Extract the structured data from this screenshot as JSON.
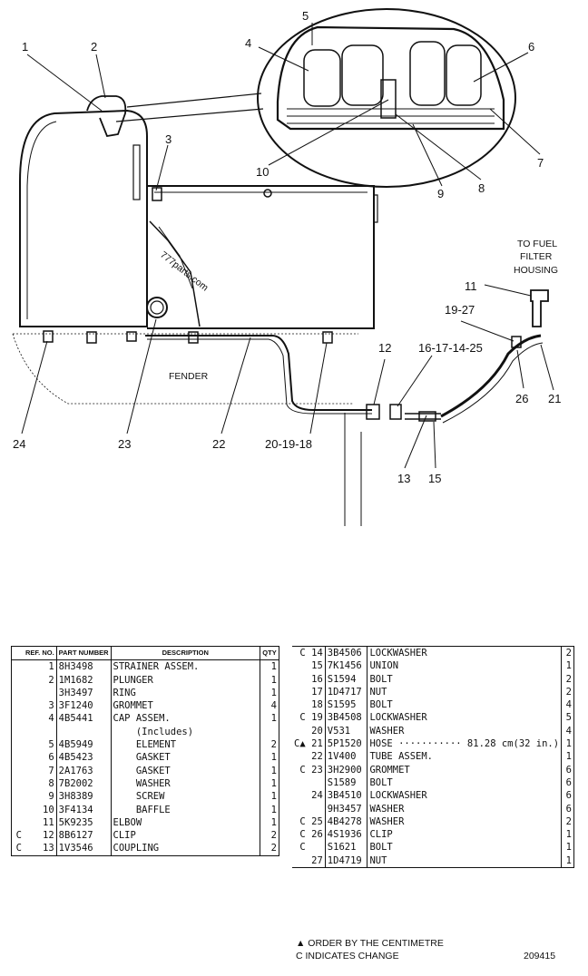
{
  "diagram": {
    "callouts": [
      "1",
      "2",
      "3",
      "4",
      "5",
      "6",
      "7",
      "8",
      "9",
      "10",
      "11",
      "12",
      "13",
      "15",
      "16-17-14-25",
      "19-27",
      "20-19-18",
      "21",
      "22",
      "23",
      "24",
      "26"
    ],
    "labels": {
      "fender": "FENDER",
      "to_fuel_1": "TO FUEL",
      "to_fuel_2": "FILTER",
      "to_fuel_3": "HOUSING",
      "watermark": "777parts.com"
    }
  },
  "table_headers": {
    "ref_no": "REF. NO.",
    "part_number": "PART NUMBER",
    "description": "DESCRIPTION",
    "qty": "QTY"
  },
  "parts_left": [
    {
      "mark": "",
      "ref": "1",
      "part": "8H3498",
      "desc": "STRAINER ASSEM.",
      "qty": "1"
    },
    {
      "mark": "",
      "ref": "2",
      "part": "1M1682",
      "desc": "PLUNGER",
      "qty": "1"
    },
    {
      "mark": "",
      "ref": "",
      "part": "3H3497",
      "desc": "RING",
      "qty": "1"
    },
    {
      "mark": "",
      "ref": "3",
      "part": "3F1240",
      "desc": "GROMMET",
      "qty": "4"
    },
    {
      "mark": "",
      "ref": "4",
      "part": "4B5441",
      "desc": "CAP ASSEM.",
      "qty": "1"
    },
    {
      "mark": "",
      "ref": "",
      "part": "",
      "desc": "    (Includes)",
      "qty": ""
    },
    {
      "mark": "",
      "ref": "5",
      "part": "4B5949",
      "desc": "    ELEMENT",
      "qty": "2"
    },
    {
      "mark": "",
      "ref": "6",
      "part": "4B5423",
      "desc": "    GASKET",
      "qty": "1"
    },
    {
      "mark": "",
      "ref": "7",
      "part": "2A1763",
      "desc": "    GASKET",
      "qty": "1"
    },
    {
      "mark": "",
      "ref": "8",
      "part": "7B2002",
      "desc": "    WASHER",
      "qty": "1"
    },
    {
      "mark": "",
      "ref": "9",
      "part": "3H8389",
      "desc": "    SCREW",
      "qty": "1"
    },
    {
      "mark": "",
      "ref": "10",
      "part": "3F4134",
      "desc": "    BAFFLE",
      "qty": "1"
    },
    {
      "mark": "",
      "ref": "11",
      "part": "5K9235",
      "desc": "ELBOW",
      "qty": "1"
    },
    {
      "mark": "C",
      "ref": "12",
      "part": "8B6127",
      "desc": "CLIP",
      "qty": "2"
    },
    {
      "mark": "C",
      "ref": "13",
      "part": "1V3546",
      "desc": "COUPLING",
      "qty": "2"
    }
  ],
  "parts_right": [
    {
      "mark": "C",
      "ref": "14",
      "part": "3B4506",
      "desc": "LOCKWASHER",
      "qty": "2"
    },
    {
      "mark": "",
      "ref": "15",
      "part": "7K1456",
      "desc": "UNION",
      "qty": "1"
    },
    {
      "mark": "",
      "ref": "16",
      "part": "S1594",
      "desc": "BOLT",
      "qty": "2"
    },
    {
      "mark": "",
      "ref": "17",
      "part": "1D4717",
      "desc": "NUT",
      "qty": "2"
    },
    {
      "mark": "",
      "ref": "18",
      "part": "S1595",
      "desc": "BOLT",
      "qty": "4"
    },
    {
      "mark": "C",
      "ref": "19",
      "part": "3B4508",
      "desc": "LOCKWASHER",
      "qty": "5"
    },
    {
      "mark": "",
      "ref": "20",
      "part": "V531",
      "desc": "WASHER",
      "qty": "4"
    },
    {
      "mark": "C▲",
      "ref": "21",
      "part": "5P1520",
      "desc": "HOSE ··········· 81.28 cm(32 in.)",
      "qty": "1"
    },
    {
      "mark": "",
      "ref": "22",
      "part": "1V400",
      "desc": "TUBE ASSEM.",
      "qty": "1"
    },
    {
      "mark": "C",
      "ref": "23",
      "part": "3H2900",
      "desc": "GROMMET",
      "qty": "6"
    },
    {
      "mark": "",
      "ref": "",
      "part": "S1589",
      "desc": "BOLT",
      "qty": "6"
    },
    {
      "mark": "",
      "ref": "24",
      "part": "3B4510",
      "desc": "LOCKWASHER",
      "qty": "6"
    },
    {
      "mark": "",
      "ref": "",
      "part": "9H3457",
      "desc": "WASHER",
      "qty": "6"
    },
    {
      "mark": "C",
      "ref": "25",
      "part": "4B4278",
      "desc": "WASHER",
      "qty": "2"
    },
    {
      "mark": "C",
      "ref": "26",
      "part": "4S1936",
      "desc": "CLIP",
      "qty": "1"
    },
    {
      "mark": "C",
      "ref": "",
      "part": "S1621",
      "desc": "BOLT",
      "qty": "1"
    },
    {
      "mark": "",
      "ref": "27",
      "part": "1D4719",
      "desc": "NUT",
      "qty": "1"
    }
  ],
  "footer": {
    "note1": "▲ ORDER BY THE CENTIMETRE",
    "note2": "C INDICATES CHANGE",
    "drawing_no": "209415"
  }
}
